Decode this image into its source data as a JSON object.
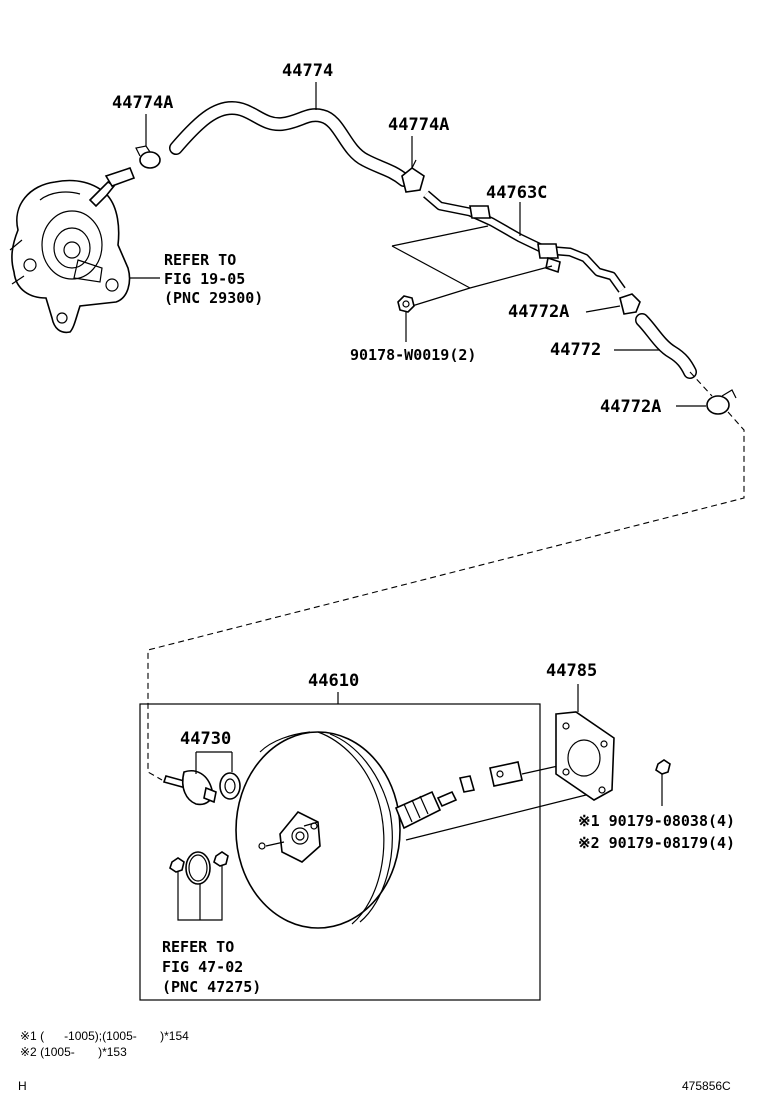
{
  "labels": {
    "p44774": "44774",
    "p44774a_left": "44774A",
    "p44774a_right": "44774A",
    "p44763c": "44763C",
    "p44772a_top": "44772A",
    "p44772": "44772",
    "p44772a_bottom": "44772A",
    "p90178": "90178-W0019(2)",
    "refer_pump": [
      "REFER TO",
      "FIG 19-05",
      "(PNC 29300)"
    ],
    "p44610": "44610",
    "p44730": "44730",
    "p44785": "44785",
    "bolt1": "※1 90179-08038(4)",
    "bolt2": "※2 90179-08179(4)",
    "refer_master": [
      "REFER TO",
      "FIG 47-02",
      "(PNC 47275)"
    ]
  },
  "footnotes": {
    "note1": "※1 (      -1005);(1005-       )*154",
    "note2": "※2 (1005-       )*153",
    "corner_left": "H",
    "corner_right": "475856C"
  }
}
